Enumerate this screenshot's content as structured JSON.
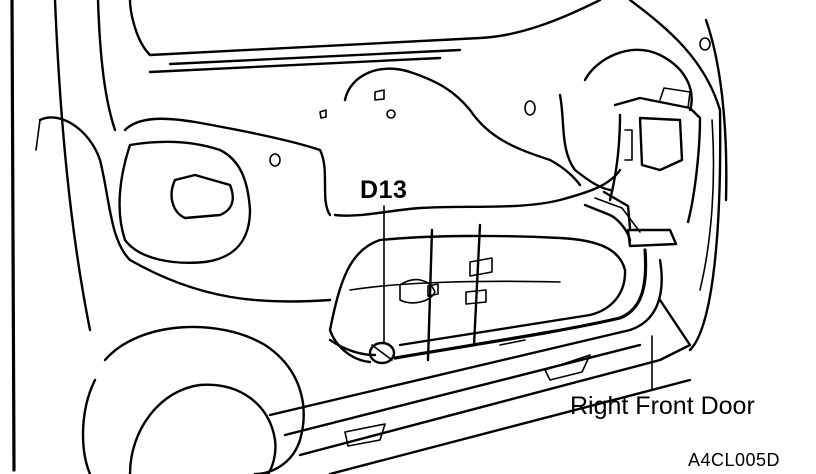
{
  "labels": {
    "connector": "D13",
    "door": "Right Front Door",
    "figure_code": "A4CL005D"
  },
  "colors": {
    "ink": "#000000",
    "paper": "#ffffff"
  }
}
